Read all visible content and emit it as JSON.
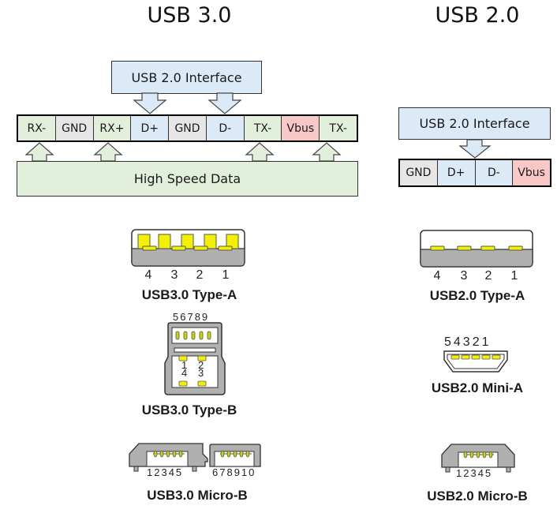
{
  "usb3": {
    "title": "USB 3.0",
    "interface_label": "USB 2.0 Interface",
    "high_speed_label": "High Speed Data",
    "pins": [
      {
        "label": "RX-",
        "group": "high_speed"
      },
      {
        "label": "GND",
        "group": "ground"
      },
      {
        "label": "RX+",
        "group": "high_speed"
      },
      {
        "label": "D+",
        "group": "usb2"
      },
      {
        "label": "GND",
        "group": "ground"
      },
      {
        "label": "D-",
        "group": "usb2"
      },
      {
        "label": "TX-",
        "group": "high_speed"
      },
      {
        "label": "Vbus",
        "group": "power"
      },
      {
        "label": "TX-",
        "group": "high_speed"
      }
    ],
    "connectors": {
      "type_a": {
        "caption": "USB3.0 Type-A",
        "pin_numbers": [
          "4",
          "3",
          "2",
          "1"
        ]
      },
      "type_b": {
        "caption": "USB3.0 Type-B",
        "top_pin_numbers": "56789",
        "pin_1": "1",
        "pin_2": "2",
        "pin_3": "3",
        "pin_4": "4"
      },
      "micro_b": {
        "caption": "USB3.0 Micro-B",
        "left_pin_numbers": "12345",
        "right_pin_numbers": "678910"
      }
    }
  },
  "usb2": {
    "title": "USB 2.0",
    "interface_label": "USB 2.0 Interface",
    "pins": [
      {
        "label": "GND",
        "group": "ground"
      },
      {
        "label": "D+",
        "group": "usb2"
      },
      {
        "label": "D-",
        "group": "usb2"
      },
      {
        "label": "Vbus",
        "group": "power"
      }
    ],
    "connectors": {
      "type_a": {
        "caption": "USB2.0 Type-A",
        "pin_numbers": [
          "4",
          "3",
          "2",
          "1"
        ]
      },
      "mini_a": {
        "caption": "USB2.0 Mini-A",
        "pin_numbers": "54321"
      },
      "micro_b": {
        "caption": "USB2.0 Micro-B",
        "pin_numbers": "12345"
      }
    }
  },
  "colors": {
    "high_speed": "#e2efda",
    "ground": "#e6e6e6",
    "usb2": "#dce9f6",
    "power": "#f8c8c8",
    "contact": "#f2f200",
    "housing": "#b0b0b0"
  }
}
